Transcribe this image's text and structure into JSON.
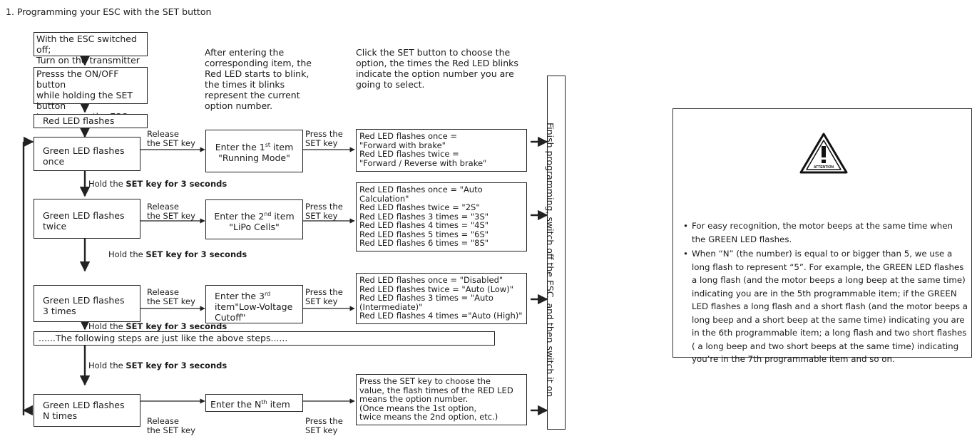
{
  "title": "1. Programming your ESC with the SET button",
  "steps": {
    "start1": [
      "With the ESC switched off;",
      "Turn on the transmitter"
    ],
    "start2": [
      "Presss the ON/OFF button",
      "while holding the SET button",
      "to power on the ESC."
    ],
    "red_led": "Red LED flashes"
  },
  "headers": {
    "enter": [
      "After entering the",
      "corresponding item, the",
      "Red LED starts to blink,",
      "the times it blinks",
      "represent the current",
      "option number."
    ],
    "click": [
      "Click the SET button to choose the",
      "option, the times the Red LED blinks",
      "indicate the option number you are",
      "going to select."
    ]
  },
  "labels": {
    "release": [
      "Release",
      "the SET key"
    ],
    "press": [
      "Press the",
      "SET key"
    ],
    "hold_pre": "Hold the ",
    "hold_bold": "SET key for 3 seconds",
    "dots": "......The following steps are just like the above steps......",
    "finish": "Finish programming, switch off the ESC, and then switch it on"
  },
  "rows": [
    {
      "green": [
        "Green LED flashes",
        "once"
      ],
      "item_pre": "Enter the 1",
      "item_sup": "st",
      "item_post": " item",
      "item_line2": "\"Running Mode\"",
      "options": [
        "Red LED flashes once =",
        "\"Forward with brake\"",
        "Red LED flashes twice =",
        "\"Forward / Reverse with brake\""
      ]
    },
    {
      "green": [
        "Green LED flashes",
        "twice"
      ],
      "item_pre": "Enter the 2",
      "item_sup": "nd",
      "item_post": " item",
      "item_line2": "\"LiPo Cells\"",
      "options": [
        "Red LED flashes once = \"Auto",
        "Calculation\"",
        "Red LED flashes twice = \"2S\"",
        "Red LED flashes 3 times = \"3S\"",
        "Red LED flashes 4 times = \"4S\"",
        "Red LED flashes 5 times = \"6S\"",
        "Red LED flashes 6 times = \"8S\""
      ]
    },
    {
      "green": [
        "Green LED flashes",
        "3 times"
      ],
      "item_pre": "Enter the 3",
      "item_sup": "rd",
      "item_post": "",
      "item_line2": "item\"Low-Voltage",
      "item_line3": "Cutoff\"",
      "options": [
        "Red LED flashes once = \"Disabled\"",
        "Red LED flashes twice = \"Auto (Low)\"",
        "Red LED flashes 3 times = \"Auto",
        "(Intermediate)\"",
        "Red LED flashes 4 times =\"Auto (High)\""
      ]
    },
    {
      "green": [
        "Green LED flashes",
        "N times"
      ],
      "item_pre": "Enter the N",
      "item_sup": "th",
      "item_post": " item",
      "options": [
        "Press the SET key to choose the",
        "value, the flash times of the RED LED",
        "means the option number.",
        "(Once means the 1st option,",
        "twice means the 2nd option, etc.)"
      ]
    }
  ],
  "attention": {
    "icon": "attention-warning-icon",
    "label": "ATTENTION",
    "notes": [
      "For easy recognition, the motor beeps at the same time when the GREEN LED flashes.",
      "When “N” (the number) is equal to or bigger than 5, we use a long flash to represent “5”. For example, the GREEN LED flashes a long flash (and the motor beeps a long beep at the same time) indicating you are in the 5th programmable item; if the GREEN LED flashes a long flash and a short flash (and the motor beeps a long beep and a short beep at the same time) indicating you are in the 6th programmable item; a long flash and two short flashes ( a long beep and two short beeps at the same time) indicating you’re in the 7th programmable item and so on."
    ]
  }
}
